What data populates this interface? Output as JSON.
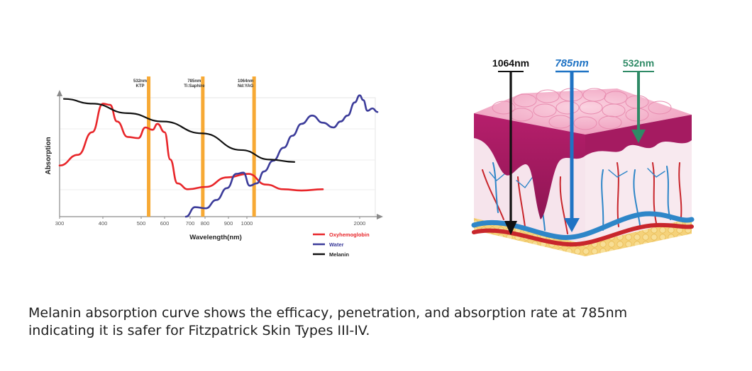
{
  "chart_data": {
    "type": "line",
    "ylabel": "Absorption",
    "xlabel": "Wavelength(nm)",
    "x_ticks": [
      "300",
      "400",
      "500",
      "600",
      "700",
      "800",
      "900",
      "1000",
      "2000"
    ],
    "markers": [
      {
        "wavelength": 532,
        "label_line1": "532nm",
        "label_line2": "KTP",
        "color": "#f7a934"
      },
      {
        "wavelength": 785,
        "label_line1": "785nm",
        "label_line2": "Ti:Saphire",
        "color": "#f7a934"
      },
      {
        "wavelength": 1064,
        "label_line1": "1064nm",
        "label_line2": "Nd:YAG",
        "color": "#f7a934"
      }
    ],
    "series": [
      {
        "name": "Oxyhemoglobin",
        "color": "#e8262a",
        "values": [
          [
            84,
            0.43
          ],
          [
            110,
            0.52
          ],
          [
            130,
            0.71
          ],
          [
            145,
            0.95
          ],
          [
            155,
            0.94
          ],
          [
            165,
            0.8
          ],
          [
            180,
            0.67
          ],
          [
            195,
            0.66
          ],
          [
            205,
            0.75
          ],
          [
            215,
            0.73
          ],
          [
            222,
            0.78
          ],
          [
            232,
            0.71
          ],
          [
            240,
            0.48
          ],
          [
            250,
            0.28
          ],
          [
            265,
            0.23
          ],
          [
            290,
            0.25
          ],
          [
            320,
            0.33
          ],
          [
            350,
            0.36
          ],
          [
            375,
            0.27
          ],
          [
            400,
            0.23
          ],
          [
            425,
            0.22
          ],
          [
            455,
            0.23
          ]
        ]
      },
      {
        "name": "Water",
        "color": "#3c3c9a",
        "values": [
          [
            262,
            0.0
          ],
          [
            275,
            0.08
          ],
          [
            290,
            0.07
          ],
          [
            305,
            0.14
          ],
          [
            320,
            0.24
          ],
          [
            333,
            0.36
          ],
          [
            343,
            0.37
          ],
          [
            352,
            0.26
          ],
          [
            362,
            0.28
          ],
          [
            372,
            0.38
          ],
          [
            385,
            0.47
          ],
          [
            400,
            0.58
          ],
          [
            412,
            0.68
          ],
          [
            425,
            0.78
          ],
          [
            440,
            0.85
          ],
          [
            455,
            0.79
          ],
          [
            470,
            0.75
          ],
          [
            480,
            0.8
          ],
          [
            490,
            0.85
          ],
          [
            500,
            0.96
          ],
          [
            507,
            1.02
          ],
          [
            512,
            0.98
          ],
          [
            518,
            0.89
          ],
          [
            525,
            0.91
          ],
          [
            532,
            0.88
          ]
        ]
      },
      {
        "name": "Melanin",
        "color": "#111111",
        "values": [
          [
            90,
            0.99
          ],
          [
            130,
            0.95
          ],
          [
            180,
            0.87
          ],
          [
            230,
            0.8
          ],
          [
            285,
            0.7
          ],
          [
            340,
            0.56
          ],
          [
            380,
            0.48
          ],
          [
            415,
            0.46
          ]
        ]
      }
    ],
    "legend_position": "bottom-right"
  },
  "skin_diagram": {
    "beams": [
      {
        "label": "1064nm",
        "color": "#111111"
      },
      {
        "label": "785nm",
        "color": "#1f73c4"
      },
      {
        "label": "532nm",
        "color": "#2f8a66"
      }
    ]
  },
  "caption": {
    "line1": "Melanin absorption curve shows the efficacy, penetration, and absorption rate at 785nm",
    "line2": "indicating it is safer for Fitzpatrick Skin Types III-IV."
  }
}
